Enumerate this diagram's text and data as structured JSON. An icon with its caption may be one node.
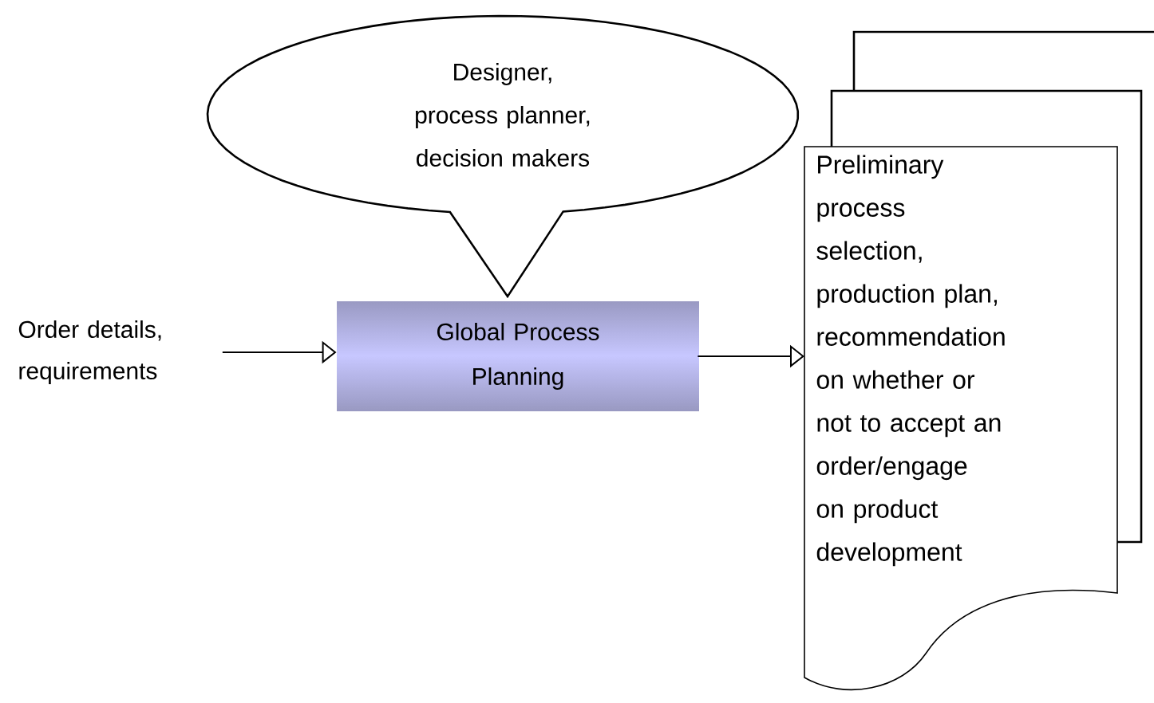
{
  "diagram": {
    "nodes": [
      {
        "text": [
          "Designer, process planner, decision makers"
        ]
      },
      {
        "text": [
          "Order details, requirements"
        ]
      },
      {
        "text": [
          "Global Process Planning"
        ]
      },
      {
        "text": [
          "Preliminary process selection, production plan, recommendation on whether or not to accept an order/engage on product development"
        ]
      }
    ],
    "edges": [
      {
        "from": 1,
        "to": 2,
        "arrow": "to"
      },
      {
        "from": 2,
        "to": 3,
        "arrow": "to"
      }
    ]
  }
}
